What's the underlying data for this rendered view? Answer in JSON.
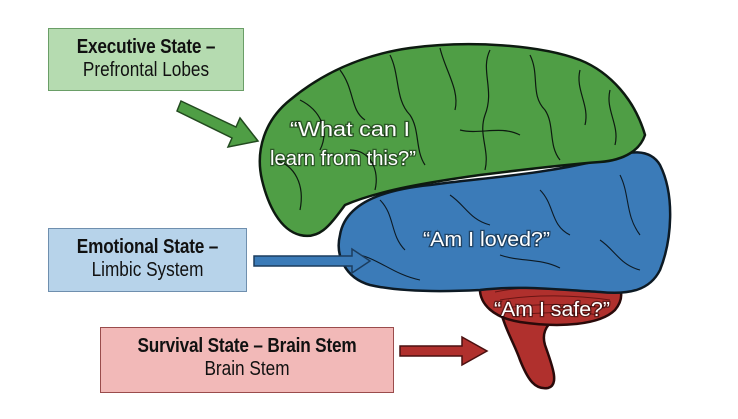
{
  "labels": {
    "executive": {
      "title": "Executive State –",
      "subtitle": "Prefrontal Lobes",
      "color": "#b5dbb0"
    },
    "emotional": {
      "title": "Emotional State –",
      "subtitle": "Limbic System",
      "color": "#b7d3ea"
    },
    "survival": {
      "title": "Survival State – Brain Stem",
      "subtitle": "Brain Stem",
      "color": "#f2b9b8"
    }
  },
  "questions": {
    "executive_line1": "“What can I",
    "executive_line2": "learn from this?”",
    "emotional": "“Am I loved?”",
    "survival": "“Am I safe?”"
  },
  "colors": {
    "cortex_green": "#4f9e45",
    "limbic_blue": "#3b7bb8",
    "stem_red": "#b0302d",
    "outline": "#0d1a10"
  }
}
